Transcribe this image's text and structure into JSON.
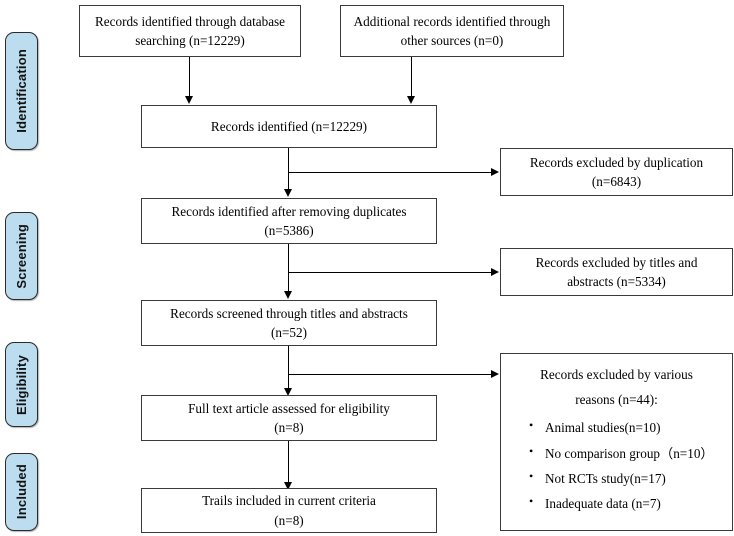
{
  "diagram": {
    "type": "prisma-flow-diagram",
    "accent_color": "#bcdcef",
    "border_color": "#3a3a3a",
    "phases": [
      {
        "id": "identification",
        "label": "Identification"
      },
      {
        "id": "screening",
        "label": "Screening"
      },
      {
        "id": "eligibility",
        "label": "Eligibility"
      },
      {
        "id": "included",
        "label": "Included"
      }
    ],
    "boxes": {
      "database_search": {
        "line1": "Records identified through database",
        "line2": "searching (n=12229)"
      },
      "other_sources": {
        "line1": "Additional records identified through",
        "line2": "other sources (n=0)"
      },
      "records_identified": {
        "line1": "Records identified  (n=12229)"
      },
      "excluded_duplication": {
        "line1": "Records excluded by duplication",
        "line2": "(n=6843)"
      },
      "after_duplicates": {
        "line1": "Records identified after removing duplicates",
        "line2": "(n=5386)"
      },
      "excluded_titles_abstracts": {
        "line1": "Records excluded by titles and",
        "line2": "abstracts  (n=5334)"
      },
      "screened_titles_abstracts": {
        "line1": "Records screened through titles and abstracts",
        "line2": "(n=52)"
      },
      "excluded_various": {
        "head_line1": "Records excluded by various",
        "head_line2": "reasons (n=44):",
        "reasons": [
          "Animal studies(n=10)",
          "No comparison group（n=10）",
          "Not RCTs study(n=17)",
          "Inadequate data (n=7)"
        ]
      },
      "full_text_assessed": {
        "line1": "Full text article assessed for eligibility",
        "line2": "(n=8)"
      },
      "trials_included": {
        "line1": "Trails included in current criteria",
        "line2": "(n=8)"
      }
    }
  }
}
